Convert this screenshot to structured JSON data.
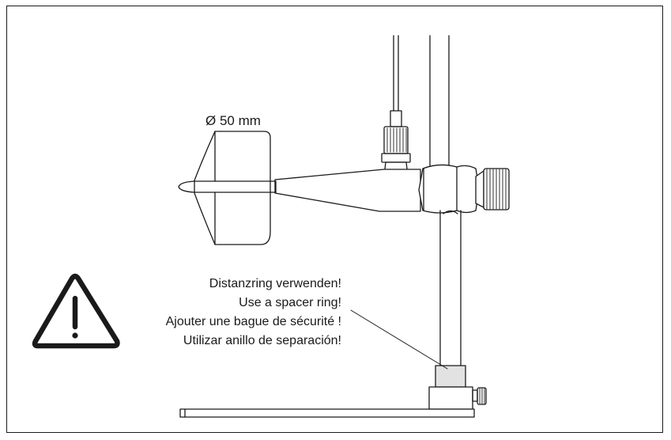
{
  "dimension_label": "Ø 50 mm",
  "warning_lines": [
    "Distanzring verwenden!",
    "Use a spacer ring!",
    "Ajouter une bague de sécurité !",
    "Utilizar anillo de separación!"
  ],
  "colors": {
    "stroke": "#1a1a1a",
    "spacer_ring_fill": "#e2e2e2",
    "background": "#ffffff"
  },
  "icons": [
    "warning-triangle-icon"
  ]
}
